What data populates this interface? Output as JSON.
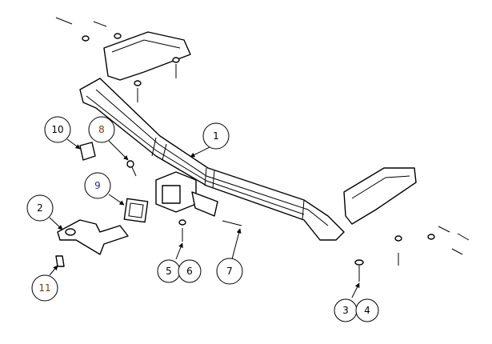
{
  "diagram": {
    "type": "exploded assembly drawing",
    "colors": {
      "blue_label": "#1f3a8a",
      "brown_label": "#7a3b0c",
      "line": "#000000"
    },
    "balloons": [
      {
        "id": "b1",
        "label": "1",
        "color": "#000000"
      },
      {
        "id": "b2",
        "label": "2",
        "color": "#000000"
      },
      {
        "id": "b3",
        "label": "3",
        "color": "#000000"
      },
      {
        "id": "b4",
        "label": "4",
        "color": "#000000"
      },
      {
        "id": "b5",
        "label": "5",
        "color": "#000000"
      },
      {
        "id": "b6",
        "label": "6",
        "color": "#000000"
      },
      {
        "id": "b7",
        "label": "7",
        "color": "#000000"
      },
      {
        "id": "b8",
        "label": "8",
        "color": "#7a3b0c"
      },
      {
        "id": "b9",
        "label": "9",
        "color": "#1f3a8a"
      },
      {
        "id": "b10",
        "label": "10",
        "color": "#000000"
      },
      {
        "id": "b11",
        "label": "11",
        "color": "#7a3b0c"
      }
    ]
  }
}
